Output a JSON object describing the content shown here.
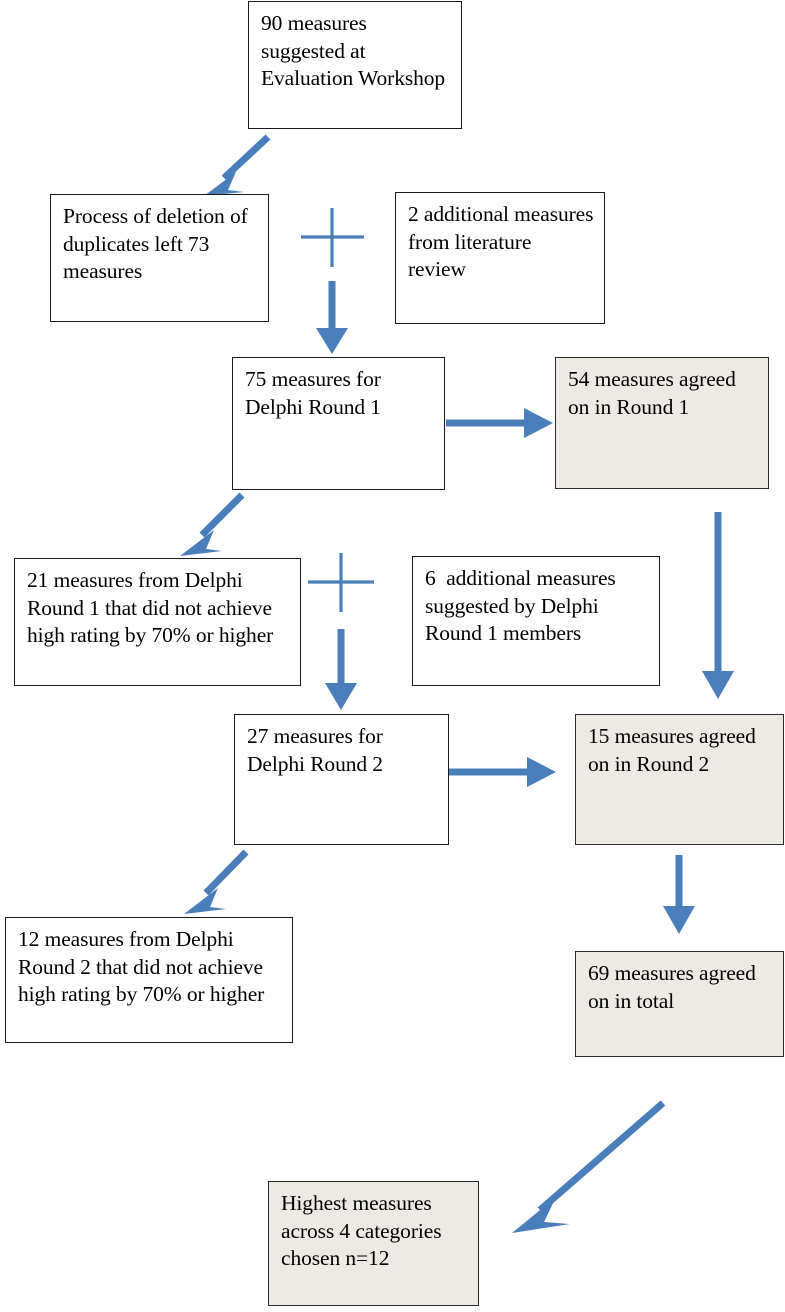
{
  "diagram": {
    "title": "Delphi consensus process flowchart",
    "accent_color": "#4a7ebb",
    "box_border_color": "#1a1a1a",
    "shaded_box_fill": "#eceae3",
    "page_background": "#ffffff"
  },
  "boxes": [
    {
      "id": "box-90-measures",
      "name": "box-90-measures-suggested",
      "text": "90 measures suggested at Evaluation Workshop",
      "shaded": false
    },
    {
      "id": "box-deletion-duplicates",
      "name": "box-deletion-of-duplicates",
      "text": "Process of deletion of duplicates left 73 measures",
      "shaded": false
    },
    {
      "id": "box-2-additional",
      "name": "box-2-additional-measures-literature",
      "text": "2 additional measures from literature review",
      "shaded": false
    },
    {
      "id": "box-75-round1",
      "name": "box-75-measures-delphi-round-1",
      "text": "75 measures for Delphi Round 1",
      "shaded": false
    },
    {
      "id": "box-54-agreed",
      "name": "box-54-measures-agreed-round-1",
      "text": "54 measures agreed on in Round 1",
      "shaded": true
    },
    {
      "id": "box-21-notagreed",
      "name": "box-21-measures-not-agreed-round-1",
      "text": "21 measures from Delphi Round 1 that did not achieve high rating by 70% or higher",
      "shaded": false
    },
    {
      "id": "box-6-additional",
      "name": "box-6-additional-measures-members",
      "text": "6  additional measures suggested by Delphi Round 1 members",
      "shaded": false
    },
    {
      "id": "box-27-round2",
      "name": "box-27-measures-delphi-round-2",
      "text": "27 measures for Delphi Round 2",
      "shaded": false
    },
    {
      "id": "box-15-agreed",
      "name": "box-15-measures-agreed-round-2",
      "text": "15 measures agreed on in Round 2",
      "shaded": true
    },
    {
      "id": "box-12-notagreed",
      "name": "box-12-measures-not-agreed-round-2",
      "text": "12 measures from Delphi Round 2 that did not achieve high rating by 70% or higher",
      "shaded": false
    },
    {
      "id": "box-69-total",
      "name": "box-69-measures-agreed-total",
      "text": "69 measures agreed on in total",
      "shaded": true
    },
    {
      "id": "box-highest-measures",
      "name": "box-highest-measures-chosen",
      "text": "Highest measures across 4 categories chosen n=12",
      "shaded": true
    }
  ],
  "connectors": [
    {
      "name": "arrow-90-to-deletion",
      "kind": "diagonal-down-left"
    },
    {
      "name": "plus-sign-row-2",
      "kind": "plus"
    },
    {
      "name": "arrow-deletion-to-75",
      "kind": "down"
    },
    {
      "name": "arrow-75-to-54-agreed",
      "kind": "right"
    },
    {
      "name": "arrow-75-to-21-notagreed",
      "kind": "diagonal-down-left"
    },
    {
      "name": "plus-sign-row-4",
      "kind": "plus"
    },
    {
      "name": "arrow-21-to-27",
      "kind": "down"
    },
    {
      "name": "arrow-54-to-15-agreed",
      "kind": "down-long"
    },
    {
      "name": "arrow-27-to-15-agreed",
      "kind": "right"
    },
    {
      "name": "arrow-27-to-12-notagreed",
      "kind": "diagonal-down-left"
    },
    {
      "name": "arrow-15-to-69-total",
      "kind": "down"
    },
    {
      "name": "arrow-69-to-highest",
      "kind": "diagonal-down-left-long"
    }
  ]
}
